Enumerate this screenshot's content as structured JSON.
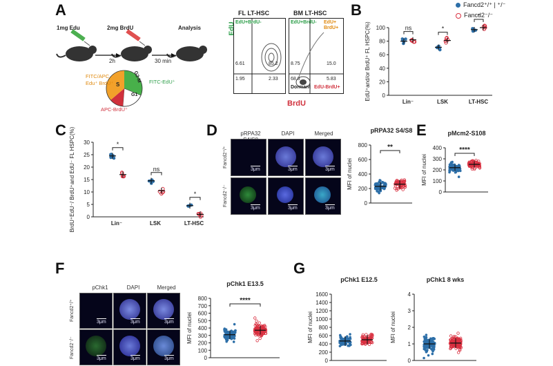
{
  "panels": [
    "A",
    "B",
    "C",
    "D",
    "E",
    "F",
    "G"
  ],
  "panelA": {
    "step1": "1mg Edu",
    "step2": "2mg BrdU",
    "t1": "2h",
    "t2": "30 min",
    "step3": "Analysis",
    "pie_left_label_1": "FITC/APC",
    "pie_left_label_2": "Edu⁺ BrdU⁺",
    "pie_right_label": "FITC-EdU⁺",
    "pie_bottom_label": "APC-BrdU⁺",
    "pie_s": "S",
    "pie_g2m": "G2-M",
    "pie_g1": "G1",
    "flow_title_1": "FL LT-HSC",
    "flow_title_2": "BM LT-HSC",
    "flow_q_tl": "EdU+BrdU-",
    "flow_q_tr_1": "EdU+",
    "flow_q_tr_2": "BrdU+",
    "flow_q_bl": "Dormant",
    "flow_q_br": "EdU-BrdU+",
    "flow1_vals": [
      "6.61",
      "85.2",
      "1.95",
      "2.33"
    ],
    "flow2_vals": [
      "8.75",
      "15.0",
      "68.8",
      "5.83"
    ],
    "flow_y": "EdU",
    "flow_x": "BrdU"
  },
  "legend": {
    "wt": "Fancd2⁺/⁺ | ⁺/⁻",
    "ko": "Fancd2⁻/⁻"
  },
  "micro_labels": {
    "D": [
      "pRPA32 S4/S8",
      "DAPI",
      "Merged"
    ],
    "F": [
      "pChk1",
      "DAPI",
      "Merged"
    ],
    "row1": "Fancd2⁺/⁺",
    "row2": "Fancd2⁻/⁻",
    "scale": "3μm"
  },
  "chart_data": [
    {
      "panel": "B",
      "type": "scatter",
      "ylabel": "EdU⁺and/or BrdU⁺ FL HSPC(%)",
      "categories": [
        "Lin⁻",
        "LSK",
        "LT-HSC"
      ],
      "ylim": [
        0,
        100
      ],
      "yticks": [
        0,
        20,
        40,
        60,
        80,
        100
      ],
      "series": [
        {
          "name": "Fancd2⁺/⁺ | ⁺/⁻",
          "means": [
            80,
            71,
            97
          ]
        },
        {
          "name": "Fancd2⁻/⁻",
          "means": [
            82,
            81,
            100
          ]
        }
      ],
      "annotations": [
        "ns",
        "*",
        "*"
      ]
    },
    {
      "panel": "C",
      "type": "scatter",
      "ylabel": "BrdU⁺EdU⁻/ BrdU⁺and EdU⁻ FL HSPC(%)",
      "categories": [
        "Lin⁻",
        "LSK",
        "LT-HSC"
      ],
      "ylim": [
        0,
        30
      ],
      "yticks": [
        0,
        5,
        10,
        15,
        20,
        25,
        30
      ],
      "series": [
        {
          "name": "Fancd2⁺/⁺ | ⁺/⁻",
          "means": [
            24.5,
            14.5,
            4.5
          ]
        },
        {
          "name": "Fancd2⁻/⁻",
          "means": [
            17,
            10.5,
            1
          ]
        }
      ],
      "annotations": [
        "*",
        "ns",
        "*"
      ]
    },
    {
      "panel": "D",
      "type": "scatter",
      "title": "pRPA32 S4/S8",
      "ylabel": "MFI of nuclei",
      "ylim": [
        0,
        800
      ],
      "yticks": [
        0,
        200,
        400,
        600,
        800
      ],
      "series": [
        {
          "name": "Fancd2⁺/⁺ | ⁺/⁻",
          "mean": 230
        },
        {
          "name": "Fancd2⁻/⁻",
          "mean": 260
        }
      ],
      "annotations": [
        "**"
      ]
    },
    {
      "panel": "E",
      "type": "scatter",
      "title": "pMcm2-S108",
      "ylabel": "MFI of nuclei",
      "ylim": [
        0,
        400
      ],
      "yticks": [
        0,
        100,
        200,
        300,
        400
      ],
      "series": [
        {
          "name": "Fancd2⁺/⁺ | ⁺/⁻",
          "mean": 220
        },
        {
          "name": "Fancd2⁻/⁻",
          "mean": 250
        }
      ],
      "annotations": [
        "****"
      ]
    },
    {
      "panel": "F",
      "type": "scatter",
      "title": "pChk1 E13.5",
      "ylabel": "MFI of nuclei",
      "ylim": [
        0,
        800
      ],
      "yticks": [
        0,
        100,
        200,
        300,
        400,
        500,
        600,
        700,
        800
      ],
      "series": [
        {
          "name": "Fancd2⁺/⁺ | ⁺/⁻",
          "mean": 310
        },
        {
          "name": "Fancd2⁻/⁻",
          "mean": 370
        }
      ],
      "annotations": [
        "****"
      ]
    },
    {
      "panel": "G1",
      "type": "scatter",
      "title": "pChk1 E12.5",
      "ylabel": "MFI of nuclei",
      "ylim": [
        0,
        1600
      ],
      "yticks": [
        0,
        200,
        400,
        600,
        800,
        1000,
        1200,
        1400,
        1600
      ],
      "series": [
        {
          "name": "Fancd2⁺/⁺ | ⁺/⁻",
          "mean": 470
        },
        {
          "name": "Fancd2⁻/⁻",
          "mean": 500
        }
      ]
    },
    {
      "panel": "G2",
      "type": "scatter",
      "title": "pChk1 8 wks",
      "ylabel": "MFI of nuclei",
      "ylim": [
        0,
        4
      ],
      "yticks": [
        0,
        1,
        2,
        3,
        4
      ],
      "series": [
        {
          "name": "Fancd2⁺/⁺ | ⁺/⁻",
          "mean": 1.0
        },
        {
          "name": "Fancd2⁻/⁻",
          "mean": 1.05
        }
      ]
    }
  ],
  "colors": {
    "wt": "#2d6fa8",
    "ko": "#d93040",
    "green": "#2a9d47",
    "orange": "#f2a12a",
    "red": "#d0303c"
  }
}
